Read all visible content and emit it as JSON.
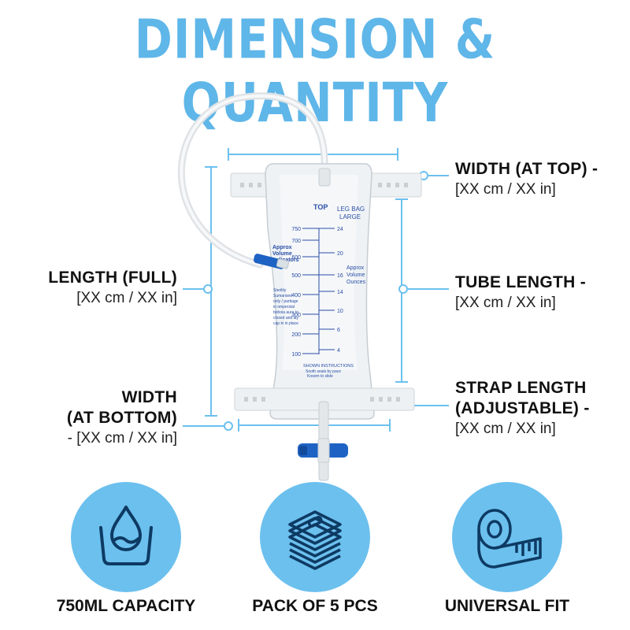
{
  "headline": "DIMENSION & QUANTITY",
  "bag": {
    "top_text": "TOP",
    "leg_bag": "LEG BAG",
    "large": "LARGE",
    "ml_marks": [
      "750",
      "700",
      "600",
      "500",
      "400",
      "300",
      "200",
      "100"
    ],
    "oz_marks": [
      "24",
      "20",
      "16",
      "14",
      "10",
      "6",
      "4"
    ],
    "approx_right": [
      "Approx",
      "Volume",
      "Ounces"
    ],
    "approx_left": [
      "Approx",
      "Volume",
      "Indicators"
    ],
    "instructions_header": "SHOWN INSTRUCTIONS",
    "small_text": [
      "Sterility",
      "Sumarised",
      "only / partiage",
      "in ompersial",
      "bohoia aura to",
      "closed and lay",
      "cap in in place"
    ],
    "bottom_text": [
      "Sooth seals by pace",
      "Kosom to slide"
    ]
  },
  "labels": {
    "width_top": {
      "title": "WIDTH (AT TOP) -",
      "value": "[XX cm / XX in]"
    },
    "length_full": {
      "title": "LENGTH (FULL)",
      "value": "[XX cm / XX in]"
    },
    "tube_length": {
      "title": "TUBE LENGTH -",
      "value": "[XX cm / XX in]"
    },
    "width_bottom": {
      "title1": "WIDTH",
      "title2": "(AT BOTTOM)",
      "value": "- [XX cm / XX in]"
    },
    "strap_length": {
      "title1": "STRAP LENGTH",
      "title2": "(ADJUSTABLE) -",
      "value": "[XX cm / XX in]"
    }
  },
  "features": [
    {
      "icon": "water-drop-glass-icon",
      "label": "750ML CAPACITY"
    },
    {
      "icon": "stacked-bags-icon",
      "label": "PACK OF 5 PCS"
    },
    {
      "icon": "measuring-tape-icon",
      "label": "UNIVERSAL FIT"
    }
  ],
  "colors": {
    "accent": "#5fb6e8",
    "circle": "#6cc0ee",
    "icon_stroke": "#0d3a63",
    "print_blue": "#2a4ea6",
    "valve_blue": "#1e63c4"
  }
}
